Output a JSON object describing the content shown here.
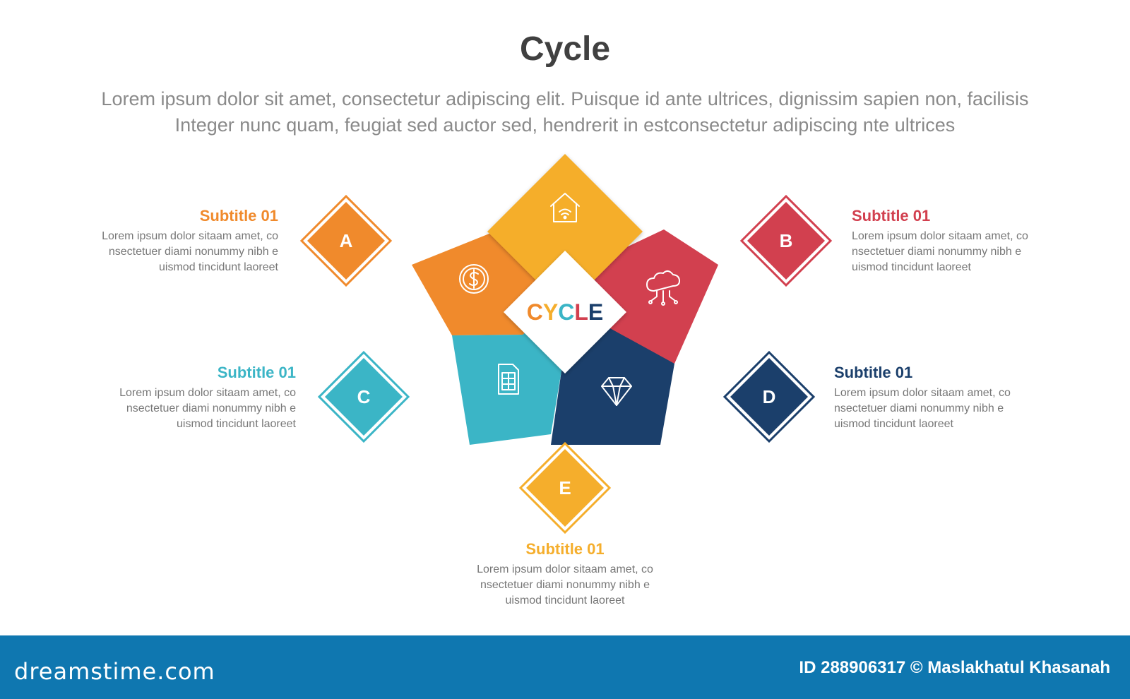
{
  "header": {
    "title": "Cycle",
    "description_line1": "Lorem ipsum dolor sit amet, consectetur adipiscing elit. Puisque id ante ultrices, dignissim sapien non, facilisis",
    "description_line2": "Integer nunc quam, feugiat sed auctor sed, hendrerit in estconsectetur adipiscing nte ultrices"
  },
  "center": {
    "letters": [
      "C",
      "Y",
      "C",
      "L",
      "E"
    ],
    "letter_colors": [
      "#f08a2c",
      "#f5ae2c",
      "#3bb5c6",
      "#d2404f",
      "#1b3f6b"
    ]
  },
  "segments": [
    {
      "id": "A",
      "color": "#f08a2c",
      "icon": "dollar-coin-icon"
    },
    {
      "id": "B",
      "color": "#d2404f",
      "icon": "cloud-network-icon"
    },
    {
      "id": "C",
      "color": "#3bb5c6",
      "icon": "sim-card-icon"
    },
    {
      "id": "D",
      "color": "#1b3f6b",
      "icon": "diamond-gem-icon"
    },
    {
      "id": "E",
      "color": "#f5ae2c",
      "icon": "smart-home-icon"
    }
  ],
  "items": {
    "a": {
      "letter": "A",
      "subtitle": "Subtitle 01",
      "description": "Lorem ipsum dolor sitaam amet, co\nnsectetuer diami nonummy  nibh e\nuismod tincidunt laoreet",
      "color": "#f08a2c"
    },
    "b": {
      "letter": "B",
      "subtitle": "Subtitle 01",
      "description": "Lorem ipsum dolor sitaam amet, co\nnsectetuer diami nonummy  nibh e\nuismod tincidunt laoreet",
      "color": "#d2404f"
    },
    "c": {
      "letter": "C",
      "subtitle": "Subtitle 01",
      "description": "Lorem ipsum dolor sitaam amet, co\nnsectetuer diami nonummy  nibh e\nuismod tincidunt laoreet",
      "color": "#3bb5c6"
    },
    "d": {
      "letter": "D",
      "subtitle": "Subtitle 01",
      "description": "Lorem ipsum dolor sitaam amet, co\nnsectetuer diami nonummy  nibh e\nuismod tincidunt laoreet",
      "color": "#1b3f6b"
    },
    "e": {
      "letter": "E",
      "subtitle": "Subtitle 01",
      "description": "Lorem ipsum dolor sitaam amet, co\nnsectetuer diami nonummy  nibh e\nuismod tincidunt laoreet",
      "color": "#f5ae2c"
    }
  },
  "footer": {
    "brand": "dreamstime.com",
    "credit": "ID 288906317 © Maslakhatul Khasanah",
    "color": "#0f77b0"
  }
}
